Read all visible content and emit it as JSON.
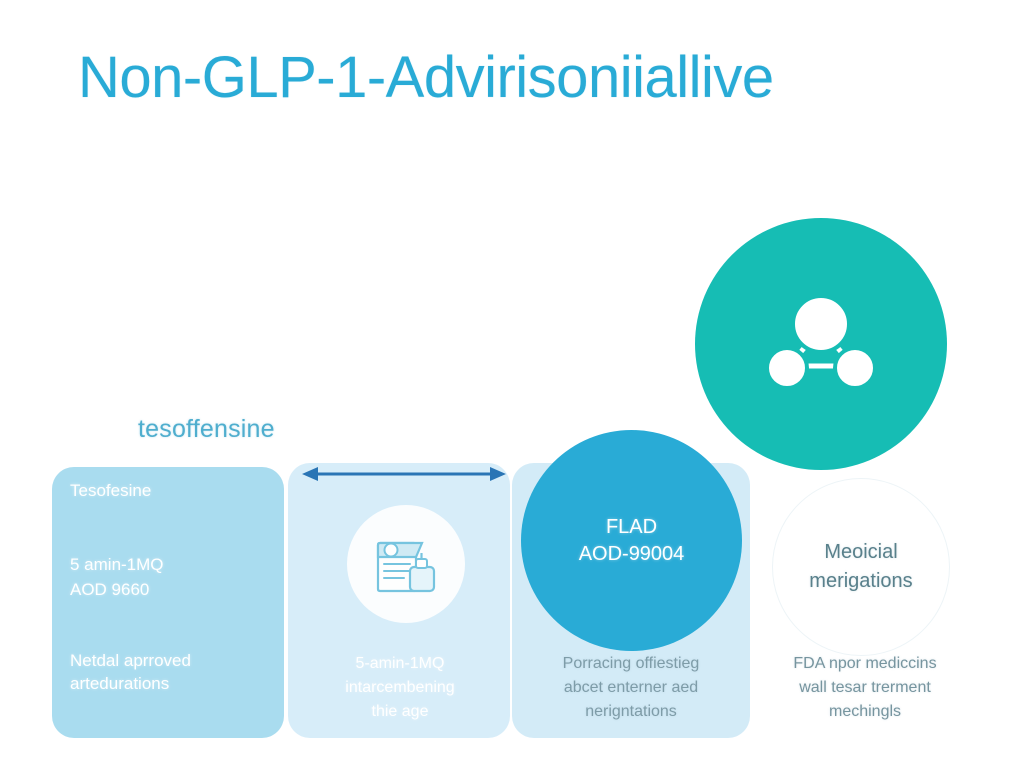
{
  "page": {
    "title": "Non-GLP-1-Advirisoniiallive",
    "background_color": "#ffffff"
  },
  "colors": {
    "title_blue": "#29ABD6",
    "accent_teal": "#16BDB4",
    "card1_bg": "#A9DCEF",
    "card2_bg": "#D7EDF9",
    "card3_bg": "#D3EBF7",
    "card4_bg": "#ffffff",
    "arrow_blue": "#2A75B5",
    "body_text": "#7E9CA8"
  },
  "sub_label": {
    "text": "tesoffensine"
  },
  "arrow": {
    "name": "double-headed-arrow",
    "direction": "bidirectional"
  },
  "cards": [
    {
      "id": "card-1",
      "heading": "Tesofesine",
      "mid_lines": [
        "5 amin-1MQ",
        "AOD 9660"
      ],
      "footer_lines": [
        "Netdal aprroved",
        "artedurations"
      ]
    },
    {
      "id": "card-2",
      "icon": "prescription-bottle-icon",
      "footer_lines": [
        "5-amin-1MQ",
        "intarcembening",
        "thie age"
      ]
    },
    {
      "id": "card-3",
      "circle_lines": [
        "FLAD",
        "AOD-99004"
      ],
      "footer_lines": [
        "Porracing offiestieg",
        "abcet enterner aed",
        "nerigntations"
      ]
    },
    {
      "id": "card-4",
      "heading_lines": [
        "Meoicial",
        "merigations"
      ],
      "footer_lines": [
        "FDA npor mediccins",
        "wall tesar trerment",
        "mechingls"
      ]
    }
  ],
  "teal_badge": {
    "icon": "molecule-network-icon",
    "nodes": 3
  }
}
